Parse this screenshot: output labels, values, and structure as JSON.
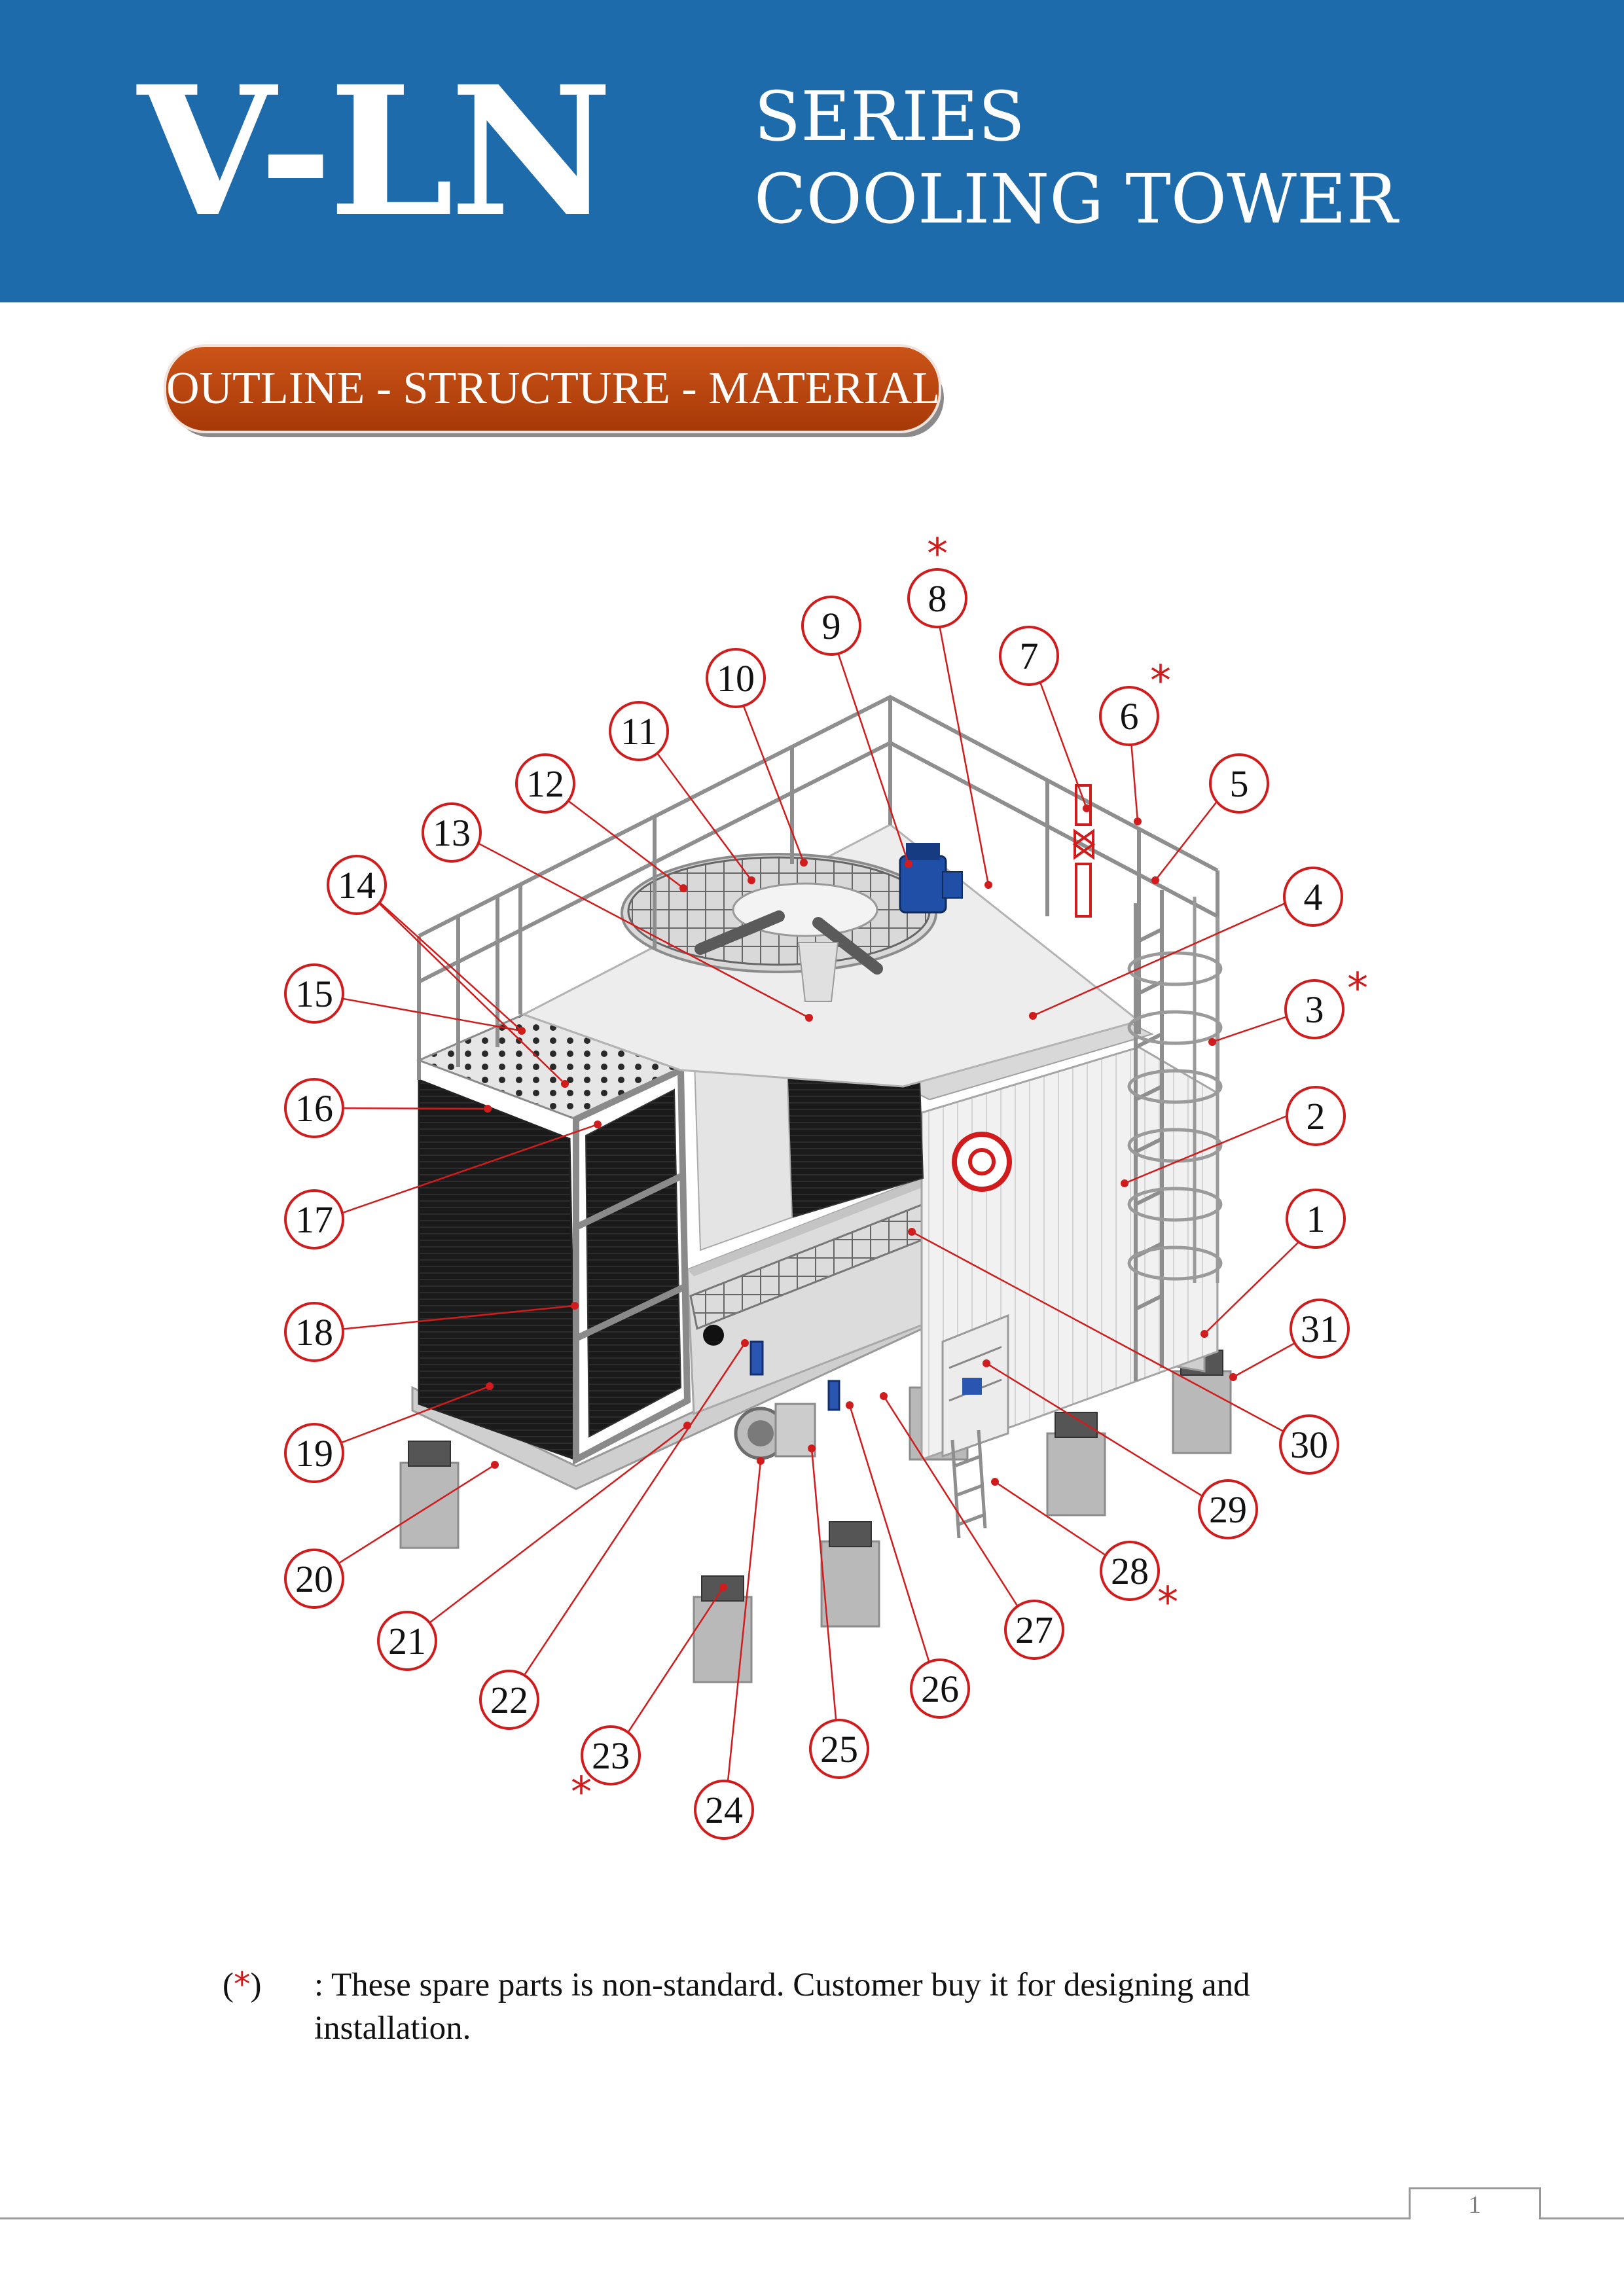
{
  "header": {
    "brand": "V-LN",
    "series": "SERIES",
    "subtitle": "COOLING TOWER"
  },
  "section_badge": "OUTLINE - STRUCTURE - MATERIAL",
  "diagram": {
    "callouts": [
      "1",
      "2",
      "3",
      "4",
      "5",
      "6",
      "7",
      "8",
      "9",
      "10",
      "11",
      "12",
      "13",
      "14",
      "15",
      "16",
      "17",
      "18",
      "19",
      "20",
      "21",
      "22",
      "23",
      "24",
      "25",
      "26",
      "27",
      "28",
      "29",
      "30",
      "31"
    ],
    "non_standard_callouts": [
      "3",
      "6",
      "8",
      "23",
      "28"
    ],
    "star_symbol": "*"
  },
  "footnote": {
    "open": "(",
    "mark": "*",
    "close": ")",
    "text": ": These spare parts is non-standard. Customer buy it for designing and installation."
  },
  "page_number": "1",
  "colors": {
    "header_blue": "#1e6bab",
    "badge_orange": "#b8460f",
    "callout_red": "#d01c1c"
  }
}
